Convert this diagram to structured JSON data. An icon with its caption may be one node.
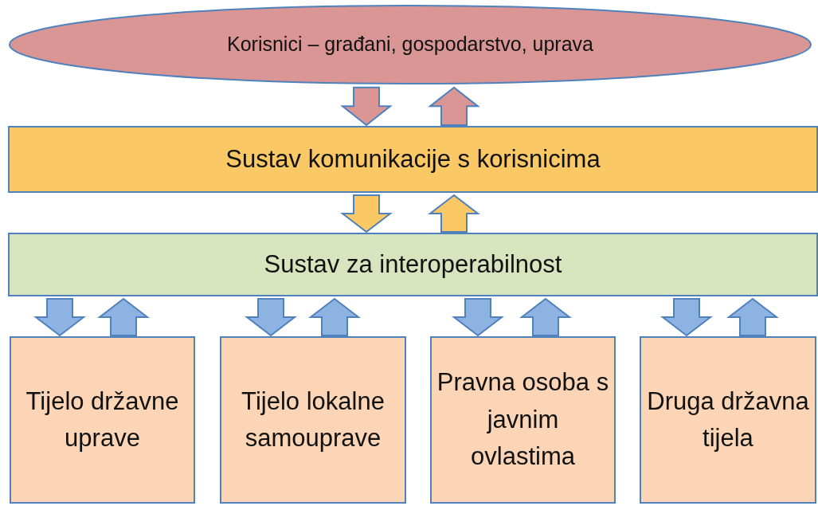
{
  "diagram": {
    "nodes": [
      {
        "text": [
          "Korisnici – građani, gospodarstvo, uprava"
        ]
      },
      {
        "text": [
          "Sustav komunikacije s korisnicima"
        ]
      },
      {
        "text": [
          "Sustav za interoperabilnost"
        ]
      },
      {
        "text": [
          "Tijelo državne uprave"
        ]
      },
      {
        "text": [
          "Tijelo lokalne samouprave"
        ]
      },
      {
        "text": [
          "Pravna osoba s javnim ovlastima"
        ]
      },
      {
        "text": [
          "Druga državna tijela"
        ]
      }
    ],
    "edges": [
      {
        "from": 0,
        "to": 1,
        "arrow": "to",
        "color": "#d99694"
      },
      {
        "from": 1,
        "to": 0,
        "arrow": "to",
        "color": "#d99694"
      },
      {
        "from": 1,
        "to": 2,
        "arrow": "to",
        "color": "#fac864"
      },
      {
        "from": 2,
        "to": 1,
        "arrow": "to",
        "color": "#fac864"
      },
      {
        "from": 2,
        "to": 3,
        "arrow": "to",
        "color": "#8db3e2"
      },
      {
        "from": 3,
        "to": 2,
        "arrow": "to",
        "color": "#8db3e2"
      },
      {
        "from": 2,
        "to": 4,
        "arrow": "to",
        "color": "#8db3e2"
      },
      {
        "from": 4,
        "to": 2,
        "arrow": "to",
        "color": "#8db3e2"
      },
      {
        "from": 2,
        "to": 5,
        "arrow": "to",
        "color": "#8db3e2"
      },
      {
        "from": 5,
        "to": 2,
        "arrow": "to",
        "color": "#8db3e2"
      },
      {
        "from": 2,
        "to": 6,
        "arrow": "to",
        "color": "#8db3e2"
      },
      {
        "from": 6,
        "to": 2,
        "arrow": "to",
        "color": "#8db3e2"
      }
    ]
  }
}
